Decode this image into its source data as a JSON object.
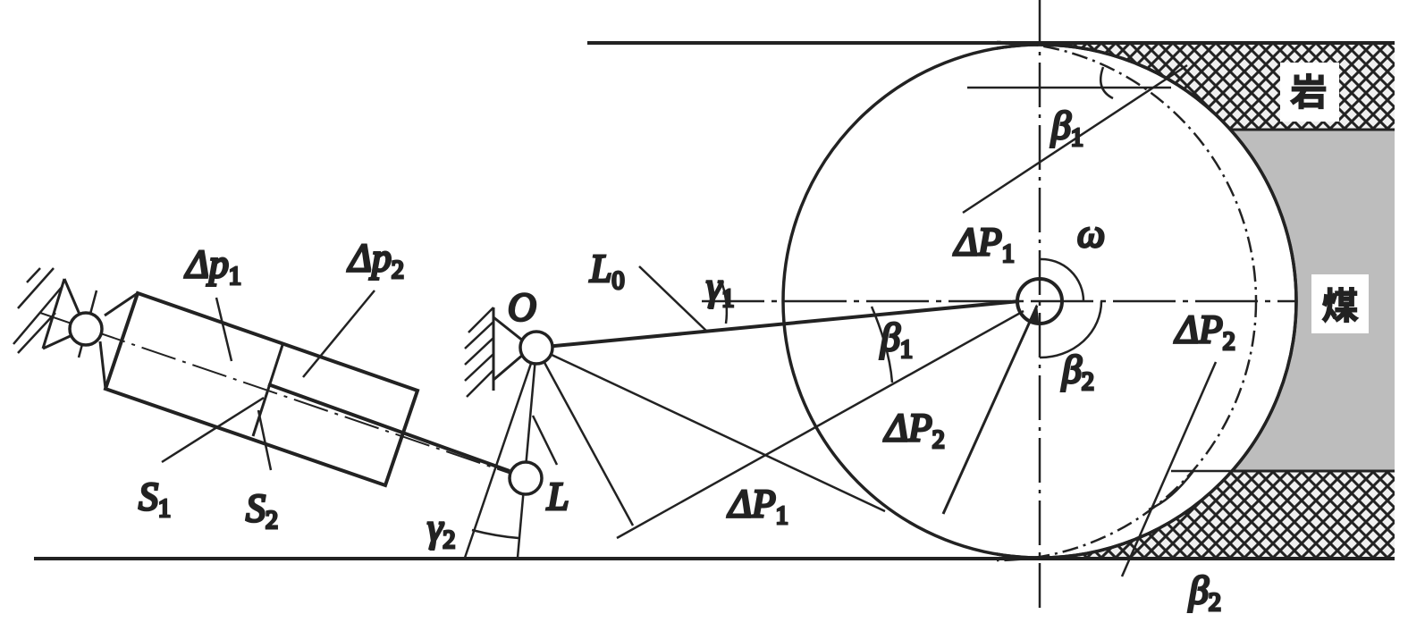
{
  "labels": {
    "rock": "岩",
    "coal": "煤",
    "dp1": {
      "base": "Δp",
      "sub": "1"
    },
    "dp2": {
      "base": "Δp",
      "sub": "2"
    },
    "s1": {
      "base": "S",
      "sub": "1"
    },
    "s2": {
      "base": "S",
      "sub": "2"
    },
    "o": "O",
    "l": "L",
    "l0": {
      "base": "L",
      "sub": "0"
    },
    "gamma1": {
      "base": "γ",
      "sub": "1"
    },
    "gamma2": {
      "base": "γ",
      "sub": "2"
    },
    "beta1_top": {
      "base": "β",
      "sub": "1"
    },
    "beta1_mid": {
      "base": "β",
      "sub": "1"
    },
    "beta2_mid": {
      "base": "β",
      "sub": "2"
    },
    "beta2_bot": {
      "base": "β",
      "sub": "2"
    },
    "omega": "ω",
    "DP1_top": {
      "base": "ΔP",
      "sub": "1"
    },
    "DP1_bot": {
      "base": "ΔP",
      "sub": "1"
    },
    "DP2_mid": {
      "base": "ΔP",
      "sub": "2"
    },
    "DP2_right": {
      "base": "ΔP",
      "sub": "2"
    }
  },
  "colors": {
    "line": "#222222",
    "coal": "#bdbdbd",
    "rock_bg": "#f0f0f0"
  }
}
